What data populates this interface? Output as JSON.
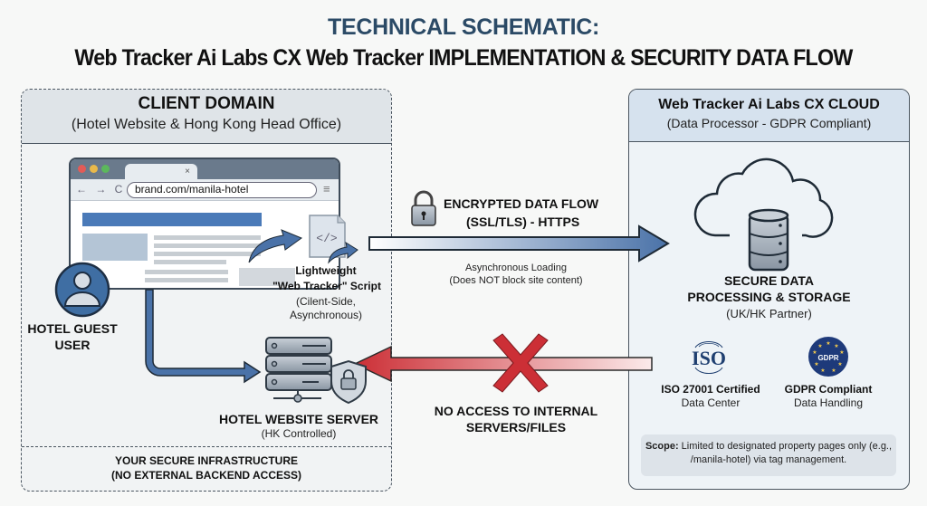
{
  "header": {
    "title": "TECHNICAL SCHEMATIC:",
    "subtitle": "Web Tracker Ai Labs CX Web Tracker IMPLEMENTATION & SECURITY DATA FLOW"
  },
  "client_domain": {
    "title": "CLIENT DOMAIN",
    "subtitle": "(Hotel Website & Hong Kong Head Office)",
    "browser": {
      "tab_close": "×",
      "nav_icons": "← → C",
      "url": "brand.com/manila-hotel",
      "menu_icon": "≡"
    },
    "user": {
      "icon": "user-avatar-icon",
      "label_line1": "HOTEL GUEST",
      "label_line2": "USER"
    },
    "script": {
      "icon": "code-file-icon",
      "line1": "Lightweight",
      "line2": "\"Web Tracker\" Script",
      "line3": "(Cilent-Side,",
      "line4": "Asynchronous)"
    },
    "server": {
      "icon": "server-shield-icon",
      "title": "HOTEL WEBSITE SERVER",
      "subtitle": "(HK Controlled)"
    },
    "infrastructure": {
      "line1": "YOUR SECURE INFRASTRUCTURE",
      "line2": "(NO EXTERNAL BACKEND ACCESS)"
    }
  },
  "flows": {
    "encrypted": {
      "icon": "padlock-icon",
      "line1": "ENCRYPTED DATA FLOW",
      "line2": "(SSL/TLS) - HTTPS",
      "note1": "Asynchronous Loading",
      "note2": "(Does NOT block site content)",
      "color": "#4a72a8"
    },
    "blocked": {
      "icon": "x-mark-icon",
      "line1": "NO ACCESS TO INTERNAL",
      "line2": "SERVERS/FILES",
      "color": "#cc2f36"
    }
  },
  "cloud": {
    "title": "Web Tracker Ai Labs CX CLOUD",
    "subtitle": "(Data Processor - GDPR Compliant)",
    "storage": {
      "icon": "cloud-database-icon",
      "line1": "SECURE DATA",
      "line2": "PROCESSING & STORAGE",
      "line3": "(UK/HK Partner)"
    },
    "iso": {
      "icon": "iso-logo-icon",
      "logo_text": "ISO",
      "line1": "ISO 27001 Certified",
      "line2": "Data Center"
    },
    "gdpr": {
      "icon": "gdpr-badge-icon",
      "logo_text": "GDPR",
      "line1": "GDPR Compliant",
      "line2": "Data Handling"
    },
    "scope": {
      "label": "Scope:",
      "text": " Limited to designated property pages only (e.g., /manila-hotel) via tag management."
    }
  }
}
